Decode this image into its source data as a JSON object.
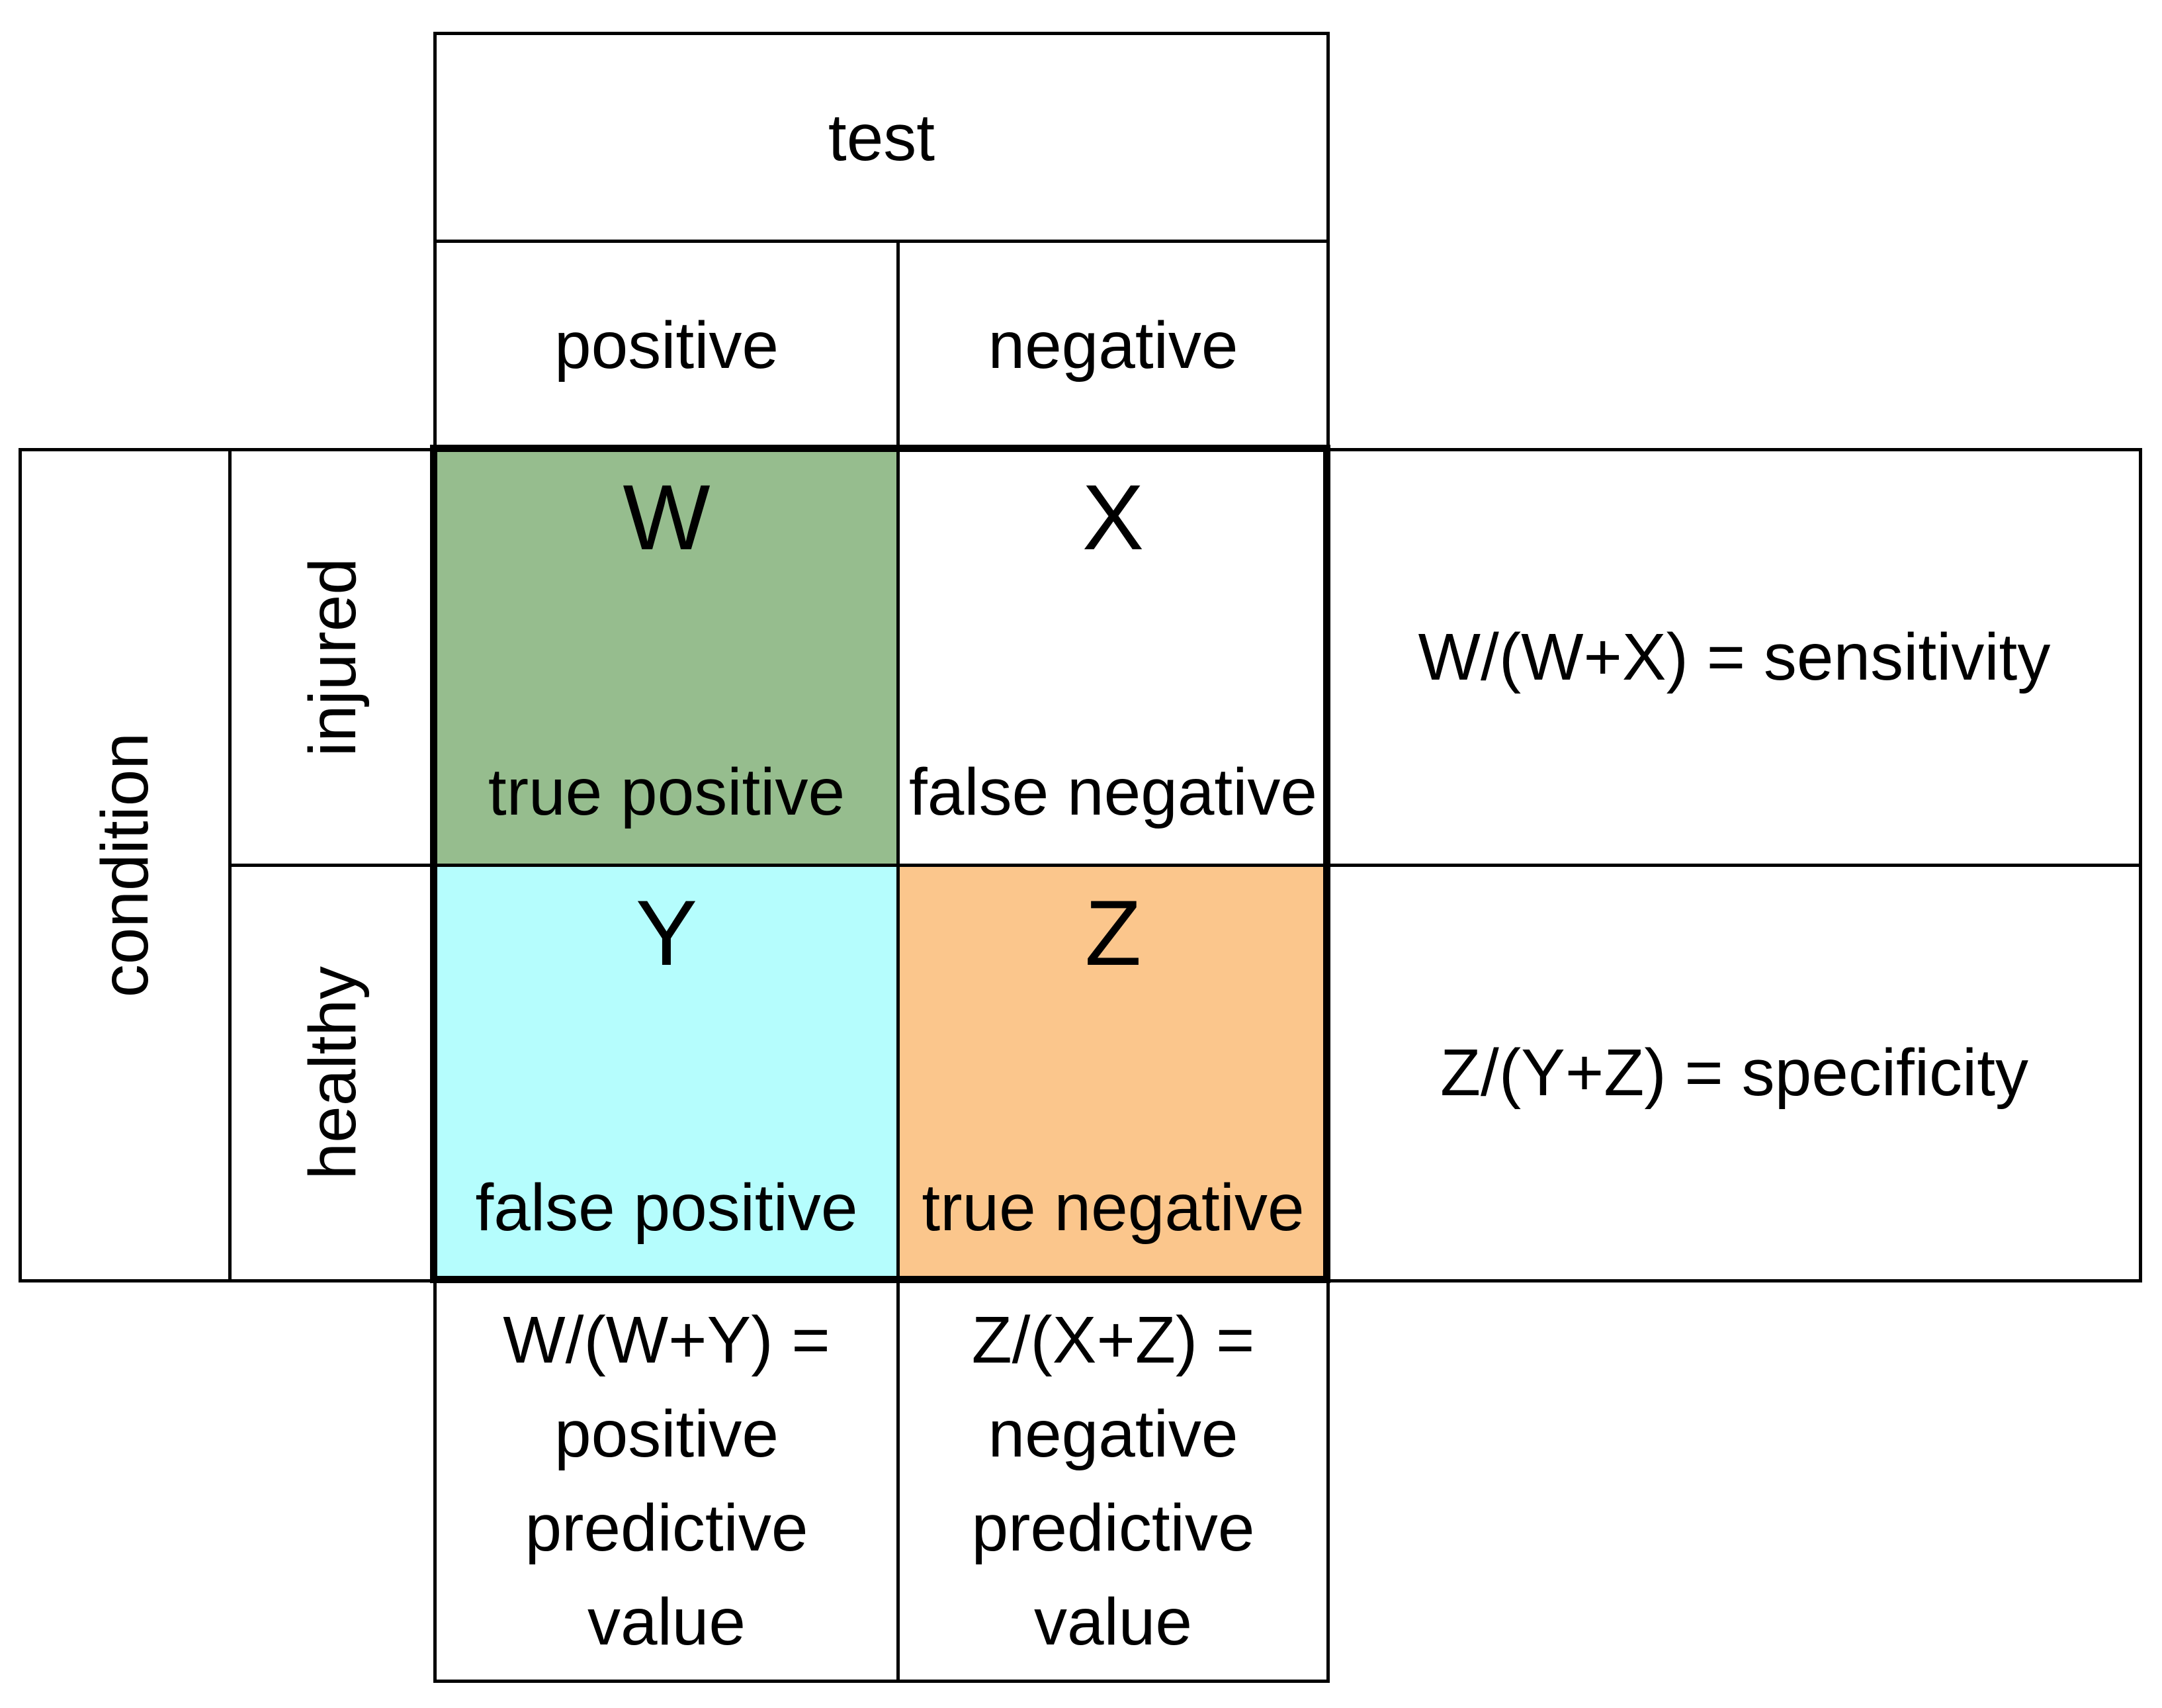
{
  "page": {
    "background": "#FFFFFF",
    "border_color": "#000000"
  },
  "table": {
    "test_header": "test",
    "column_headers": [
      {
        "label": "positive"
      },
      {
        "label": "negative"
      }
    ],
    "condition_header": "condition",
    "row_headers": [
      {
        "label": "injured"
      },
      {
        "label": "healthy"
      }
    ],
    "cells": [
      {
        "letter": "W",
        "label": "true positive",
        "bg": "#96BD8E"
      },
      {
        "letter": "X",
        "label": "false negative",
        "bg": "#FFFFFF"
      },
      {
        "letter": "Y",
        "label": "false positive",
        "bg": "#B5FDFD"
      },
      {
        "letter": "Z",
        "label": "true negative",
        "bg": "#FBC68C"
      }
    ],
    "right_formulas": [
      {
        "text": "W/(W+X) = sensitivity"
      },
      {
        "text": "Z/(Y+Z) = specificity"
      }
    ],
    "bottom_formulas": [
      {
        "lines": [
          "W/(W+Y) =",
          "positive",
          "predictive",
          "value"
        ]
      },
      {
        "lines": [
          "Z/(X+Z) =",
          "negative",
          "predictive",
          "value"
        ]
      }
    ]
  }
}
